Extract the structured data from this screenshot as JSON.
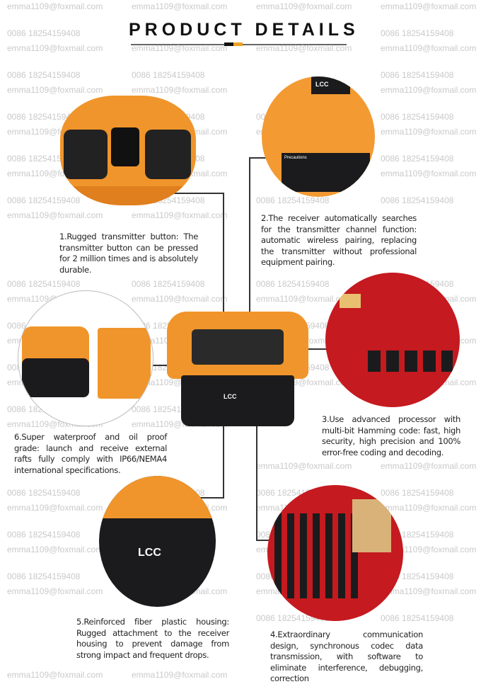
{
  "header": {
    "title": "PRODUCT DETAILS"
  },
  "watermark": {
    "email": "emma1109@foxmail.com",
    "phone": "0086 18254159408"
  },
  "colors": {
    "orange": "#f0952b",
    "black": "#1b1b1d",
    "red": "#c51a1f"
  },
  "brand": {
    "logo": "LCC",
    "receiver_label": "Precautions"
  },
  "features": [
    "1.Rugged transmitter button: The transmitter button can be pressed for 2 million times and is absolutely durable.",
    "2.The receiver automatically searches for the transmitter channel function: automatic wireless pairing, replacing the transmitter without professional equipment pairing.",
    "3.Use advanced processor with multi-bit Hamming code: fast, high security, high precision and 100% error-free coding and decoding.",
    "4.Extraordinary communication design, synchronous codec data transmission, with software to eliminate interference, debugging, correction",
    "5.Reinforced fiber plastic housing: Rugged attachment to the receiver housing to prevent damage from strong impact and frequent drops.",
    "6.Super waterproof and oil proof grade: launch and receive external rafts fully comply with IP66/NEMA4 international specifications."
  ]
}
